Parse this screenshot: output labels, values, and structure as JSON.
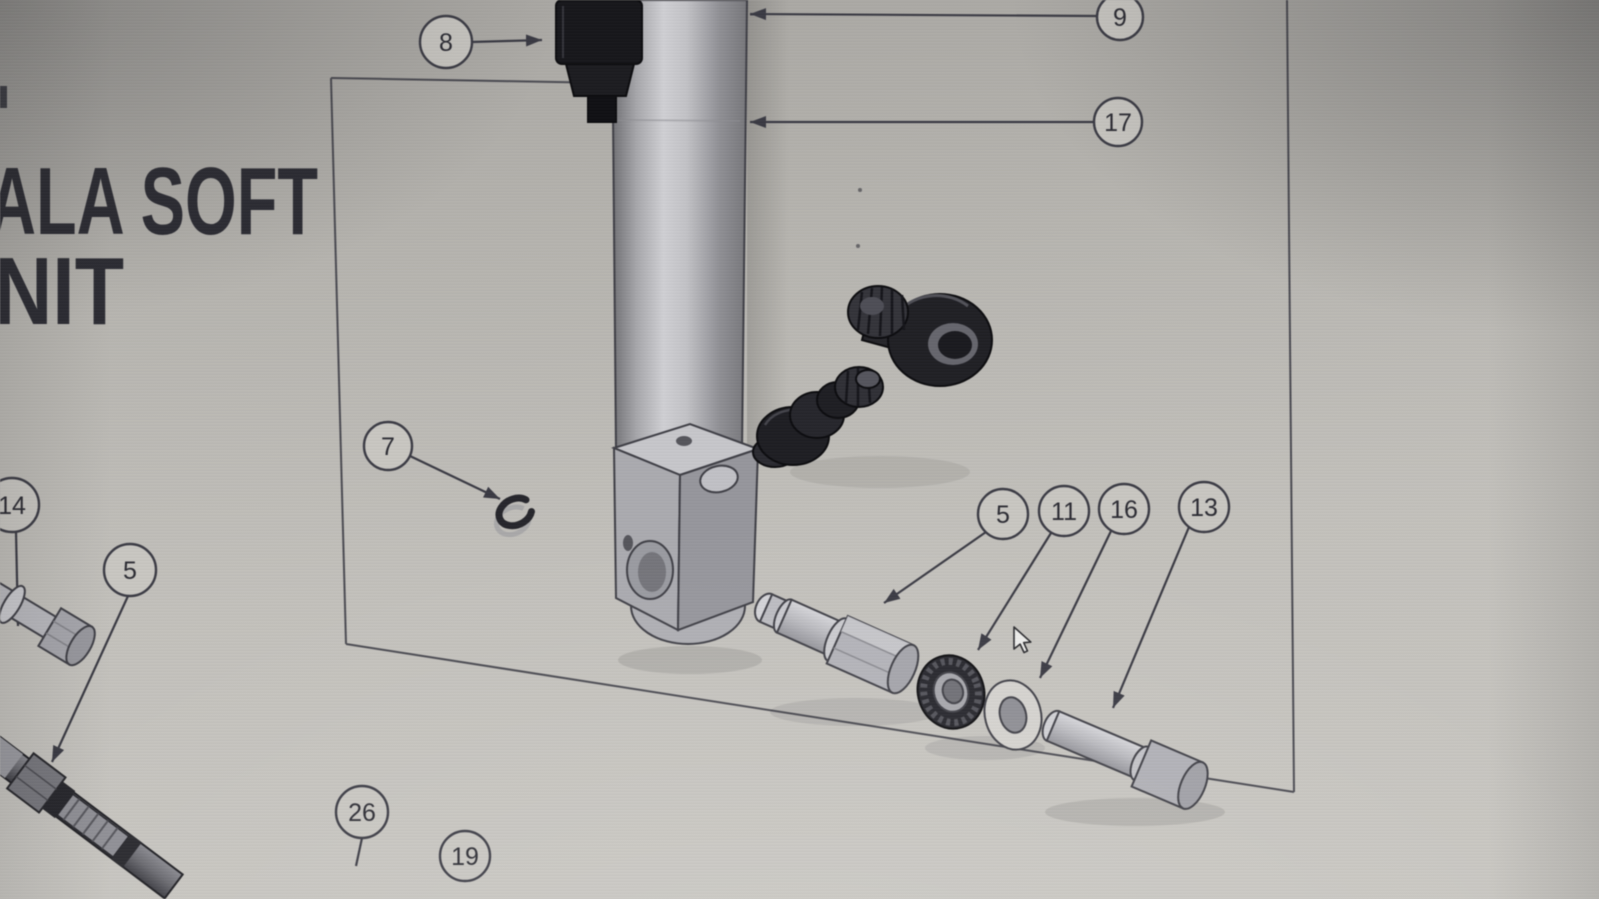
{
  "screen": {
    "title_block": {
      "lines": [
        "ALA SOFT",
        "NIT"
      ]
    },
    "balloons": [
      {
        "name": "balloon-8",
        "label": "8"
      },
      {
        "name": "balloon-9",
        "label": "9"
      },
      {
        "name": "balloon-17",
        "label": "17"
      },
      {
        "name": "balloon-7",
        "label": "7"
      },
      {
        "name": "balloon-14",
        "label": "14"
      },
      {
        "name": "balloon-5-left",
        "label": "5"
      },
      {
        "name": "balloon-5",
        "label": "5"
      },
      {
        "name": "balloon-11",
        "label": "11"
      },
      {
        "name": "balloon-16",
        "label": "16"
      },
      {
        "name": "balloon-13",
        "label": "13"
      },
      {
        "name": "balloon-26",
        "label": "26"
      },
      {
        "name": "balloon-19",
        "label": "19"
      }
    ],
    "cursor": {
      "icon": "arrow-cursor"
    },
    "colors": {
      "line": "#3a3a44",
      "balloon_fill": "#c8c6c1",
      "dark_part": "#1c1c21",
      "background": "#b9b7b2",
      "text": "#2c2c34"
    }
  }
}
